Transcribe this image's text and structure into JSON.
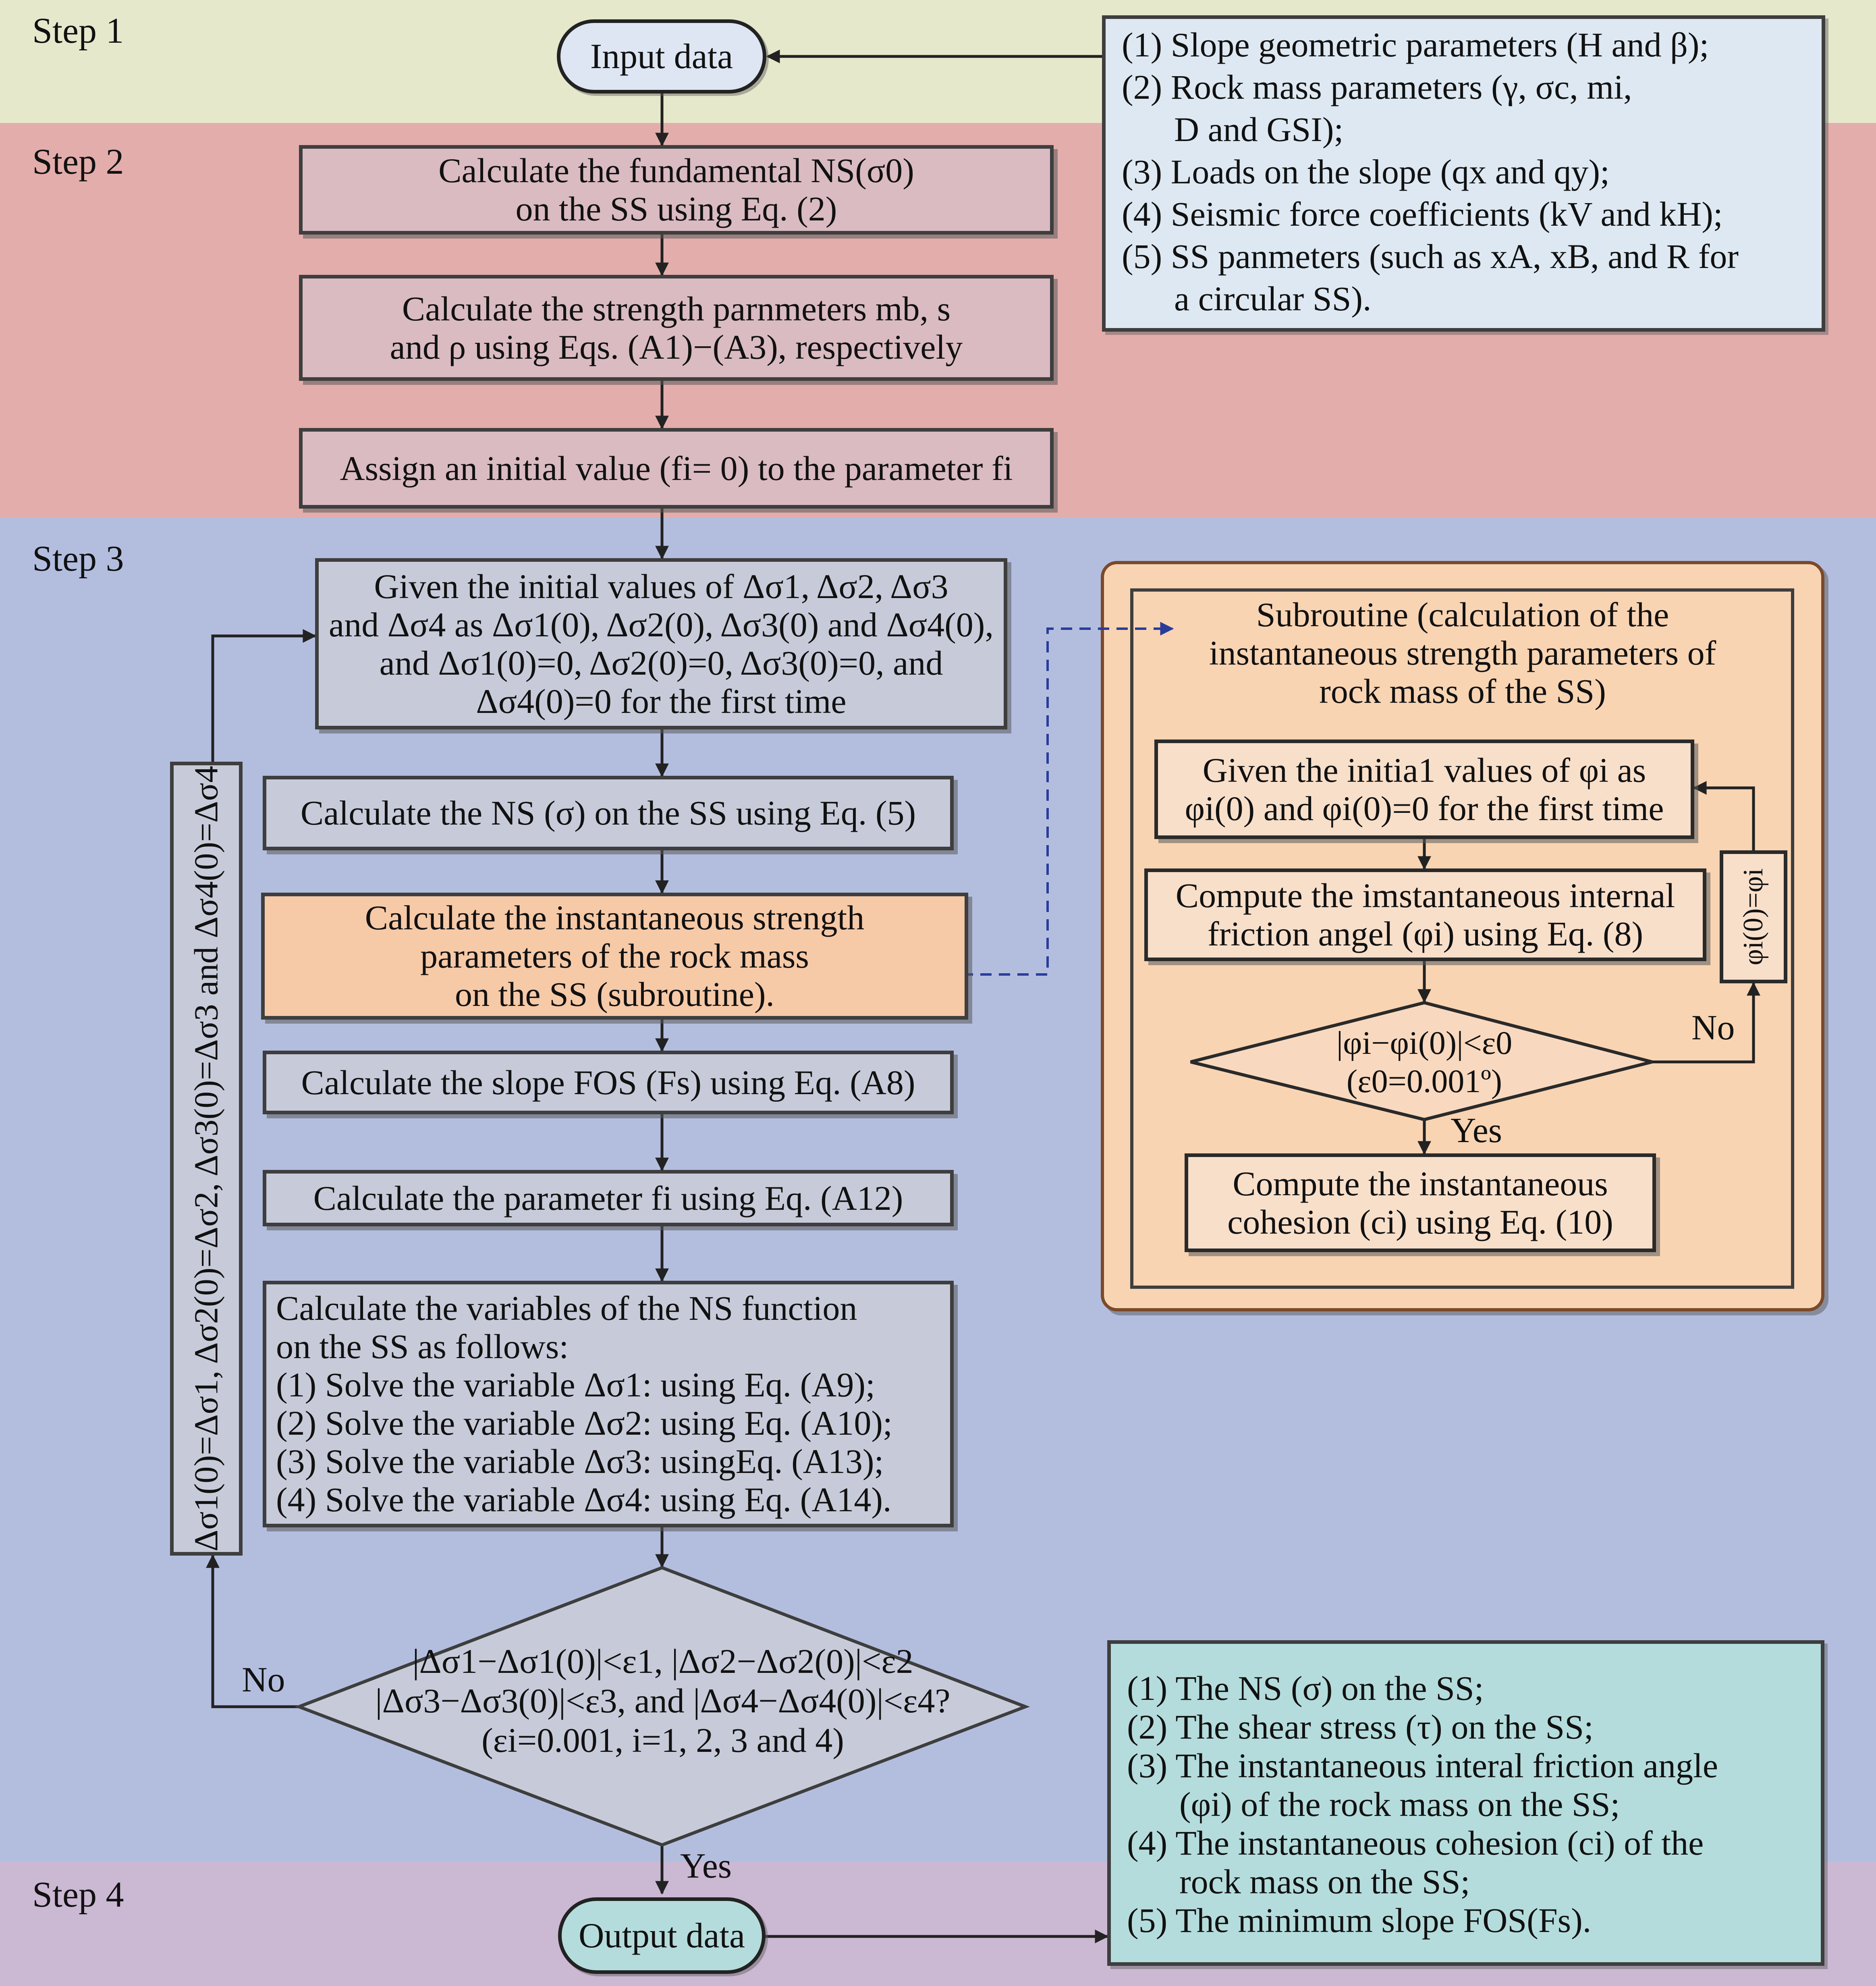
{
  "steps": {
    "s1": "Step 1",
    "s2": "Step 2",
    "s3": "Step 3",
    "s4": "Step 4"
  },
  "terminals": {
    "input": "Input data",
    "output": "Output data"
  },
  "input_list": {
    "l1": "(1) Slope geometric parameters (H and β);",
    "l2": "(2) Rock mass parameters (γ, σc, mi,",
    "l3": "D and GSI);",
    "l4": "(3) Loads on the slope (qx and qy);",
    "l5": "(4) Seismic force coefficients (kV and kH);",
    "l6": "(5) SS panmeters (such as xA, xB, and R for",
    "l7": "a circular SS)."
  },
  "step2": {
    "box1_l1": "Calculate the fundamental NS(σ0)",
    "box1_l2": "on the SS using Eq. (2)",
    "box2_l1": "Calculate the strength parnmeters mb, s",
    "box2_l2": "and ρ using Eqs. (A1)−(A3), respectively",
    "box3": "Assign an initial value (fi= 0) to the parameter fi"
  },
  "step3": {
    "init_l1": "Given the initial values of Δσ1, Δσ2, Δσ3",
    "init_l2": "and Δσ4 as Δσ1(0), Δσ2(0), Δσ3(0) and Δσ4(0),",
    "init_l3": "and Δσ1(0)=0, Δσ2(0)=0, Δσ3(0)=0, and",
    "init_l4": "Δσ4(0)=0 for the first time",
    "ns": "Calculate the NS (σ) on the SS using Eq. (5)",
    "inst_l1": "Calculate the instantaneous strength",
    "inst_l2": "parameters of the rock mass",
    "inst_l3": "on the SS (subroutine).",
    "fos": "Calculate the slope FOS (Fs) using Eq. (A8)",
    "fi": "Calculate the parameter fi using Eq. (A12)",
    "vars_l1": "Calculate the variables of the NS function",
    "vars_l2": "on the SS as follows:",
    "vars_l3": "(1) Solve the variable Δσ1: using Eq. (A9);",
    "vars_l4": "(2) Solve the variable Δσ2: using Eq. (A10);",
    "vars_l5": "(3) Solve the variable Δσ3: usingEq. (A13);",
    "vars_l6": "(4) Solve the variable Δσ4: using Eq. (A14).",
    "cond_l1": "|Δσ1−Δσ1(0)|<ε1, |Δσ2−Δσ2(0)|<ε2",
    "cond_l2": "|Δσ3−Δσ3(0)|<ε3, and |Δσ4−Δσ4(0)|<ε4?",
    "cond_l3": "(εi=0.001, i=1, 2, 3 and 4)",
    "loop": "Δσ1(0)=Δσ1, Δσ2(0)=Δσ2, Δσ3(0)=Δσ3 and Δσ4(0)=Δσ4",
    "no": "No",
    "yes": "Yes"
  },
  "subroutine": {
    "title_l1": "Subroutine (calculation of the",
    "title_l2": "instantaneous strength parameters of",
    "title_l3": "rock mass of the SS)",
    "given_l1": "Given the initia1 values of φi as",
    "given_l2": "φi(0) and φi(0)=0 for the first time",
    "compute_l1": "Compute the imstantaneous internal",
    "compute_l2": "friction angel (φi) using Eq. (8)",
    "cond_l1": "|φi−φi(0)|<ε0",
    "cond_l2": "(ε0=0.001º)",
    "cohesion_l1": "Compute the instantaneous",
    "cohesion_l2": "cohesion (ci) using Eq. (10)",
    "update": "φi(0)=φi",
    "no": "No",
    "yes": "Yes"
  },
  "output_list": {
    "l1": "(1) The NS (σ) on the SS;",
    "l2": "(2) The shear stress (τ) on the SS;",
    "l3": "(3) The instantaneous interal friction angle",
    "l4": "(φi) of the rock mass on the SS;",
    "l5": "(4) The instantaneous cohesion (ci) of the",
    "l6": "rock mass on the SS;",
    "l7": "(5) The minimum slope FOS(Fs)."
  },
  "colors": {
    "step1": "#e6e8cc",
    "step2": "#e3adac",
    "step3": "#b3bedf",
    "step4": "#cbb8d3",
    "process_box": "#dabbc2",
    "step3_box": "#c7cbd9",
    "subroutine_box": "#f6c9a7",
    "subroutine_bg": "#f8d4b3",
    "output_box": "#b5dcdc",
    "input_box": "#dde8f2",
    "terminal_input": "#dde6f2",
    "terminal_output": "#b5dcdc"
  }
}
